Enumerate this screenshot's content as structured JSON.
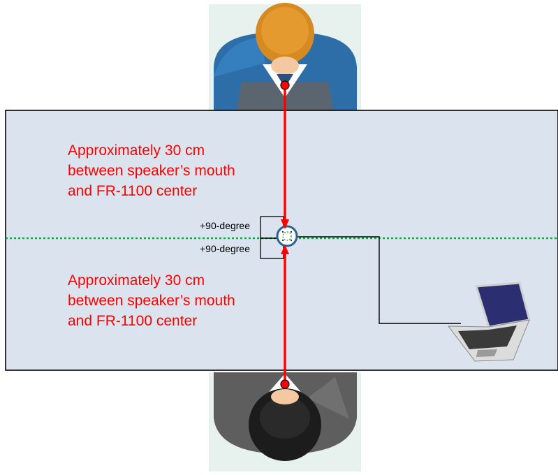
{
  "colors": {
    "table": "#dbe4ee",
    "person_bg": "#e7f1ee",
    "measure": "#ff0000",
    "axis": "#1aa34a"
  },
  "icons": {
    "top_person": "person-top-view-man-icon",
    "bottom_person": "person-top-view-woman-icon",
    "recorder": "fr-1100-recorder-icon",
    "laptop": "laptop-icon"
  },
  "annotations": {
    "top_distance": "Approximately 30 cm\nbetween speaker’s mouth\nand FR-1100 center",
    "bottom_distance": "Approximately 30 cm\nbetween speaker’s mouth\nand FR-1100 center",
    "angle_top": "+90-degree",
    "angle_bottom": "+90-degree"
  }
}
